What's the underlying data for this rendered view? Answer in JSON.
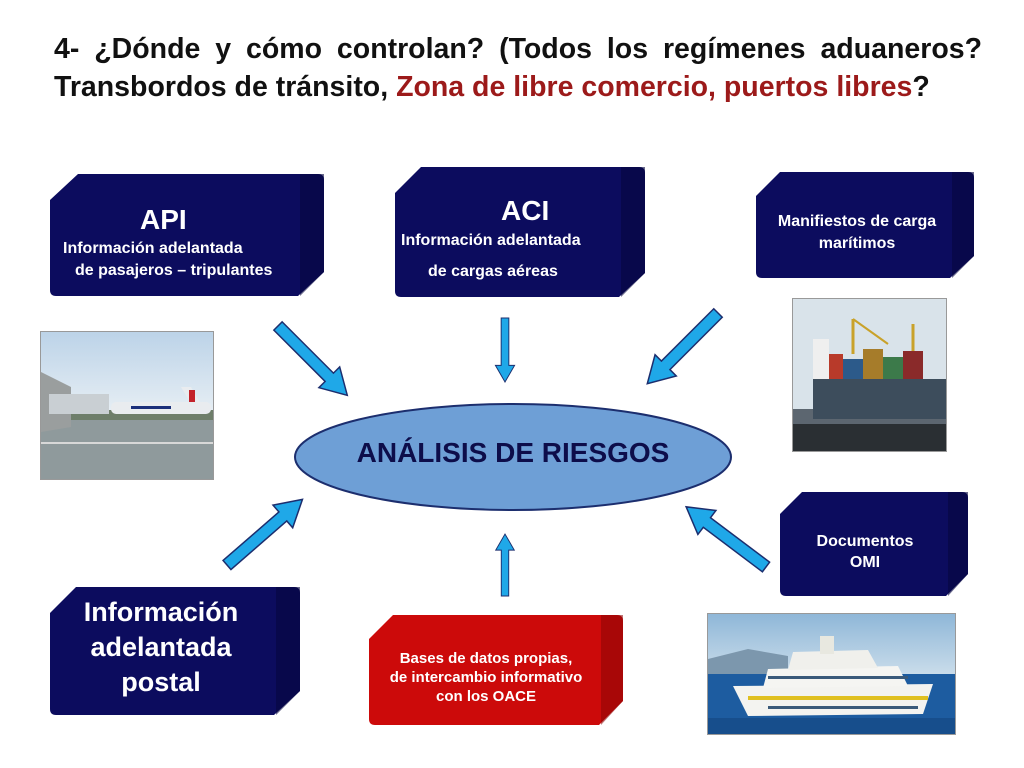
{
  "title": {
    "part1": "4- ¿Dónde y cómo controlan? (Todos los regímenes aduaneros? Transbordos de tránsito, ",
    "part2_red": "Zona de libre comercio, puertos libres",
    "part3": "?"
  },
  "api": {
    "heading": "API",
    "line1": "Información adelantada",
    "line2": "de pasajeros – tripulantes"
  },
  "aci": {
    "heading": "ACI",
    "line1": "Información adelantada",
    "line2": "de cargas aéreas"
  },
  "manifiestos": {
    "line1": "Manifiestos de carga",
    "line2": "marítimos"
  },
  "center": {
    "label": "ANÁLISIS DE RIESGOS"
  },
  "postal": {
    "line1": "Información",
    "line2": "adelantada",
    "line3": "postal"
  },
  "bases": {
    "line1": "Bases de datos  propias,",
    "line2": "de intercambio informativo",
    "line3": "con los OACE"
  },
  "omi": {
    "line1": "Documentos",
    "line2": "OMI"
  },
  "colors": {
    "navy": "#0c0c5e",
    "red": "#cc0a0a",
    "ellipse": "#6e9fd6",
    "arrow": "#1fa8e8"
  }
}
